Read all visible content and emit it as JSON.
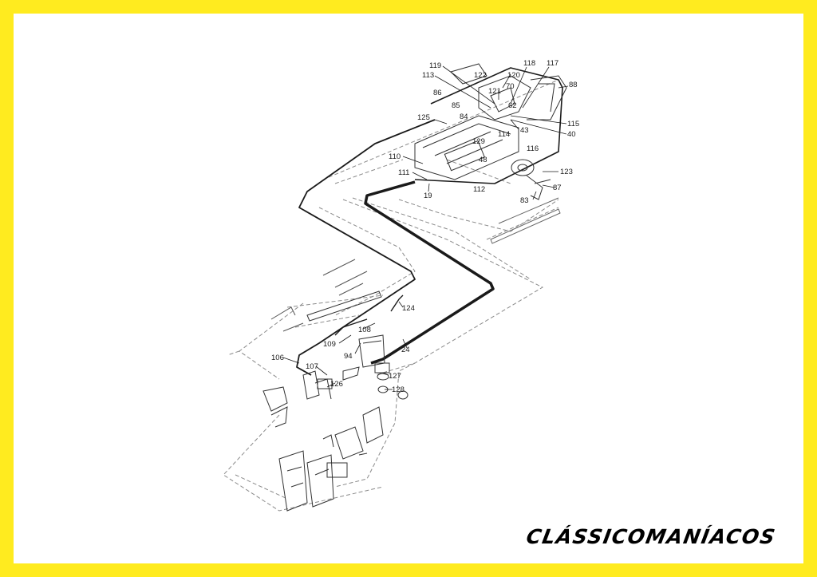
{
  "brand": {
    "text": "CLÁSSICOMANÍACOS",
    "text_color": "#000000"
  },
  "colors": {
    "border": "#FFEB1F",
    "paper": "#FFFFFF",
    "line": "#1A1A1A",
    "dashed": "#8A8A8A"
  },
  "diagram": {
    "callouts": [
      "119",
      "118",
      "117",
      "113",
      "122",
      "120",
      "88",
      "70",
      "121",
      "86",
      "85",
      "62",
      "84",
      "125",
      "115",
      "43",
      "40",
      "114",
      "129",
      "116",
      "110",
      "48",
      "123",
      "111",
      "112",
      "87",
      "19",
      "83",
      "124",
      "108",
      "109",
      "94",
      "24",
      "106",
      "107",
      "127",
      "126",
      "128"
    ]
  }
}
